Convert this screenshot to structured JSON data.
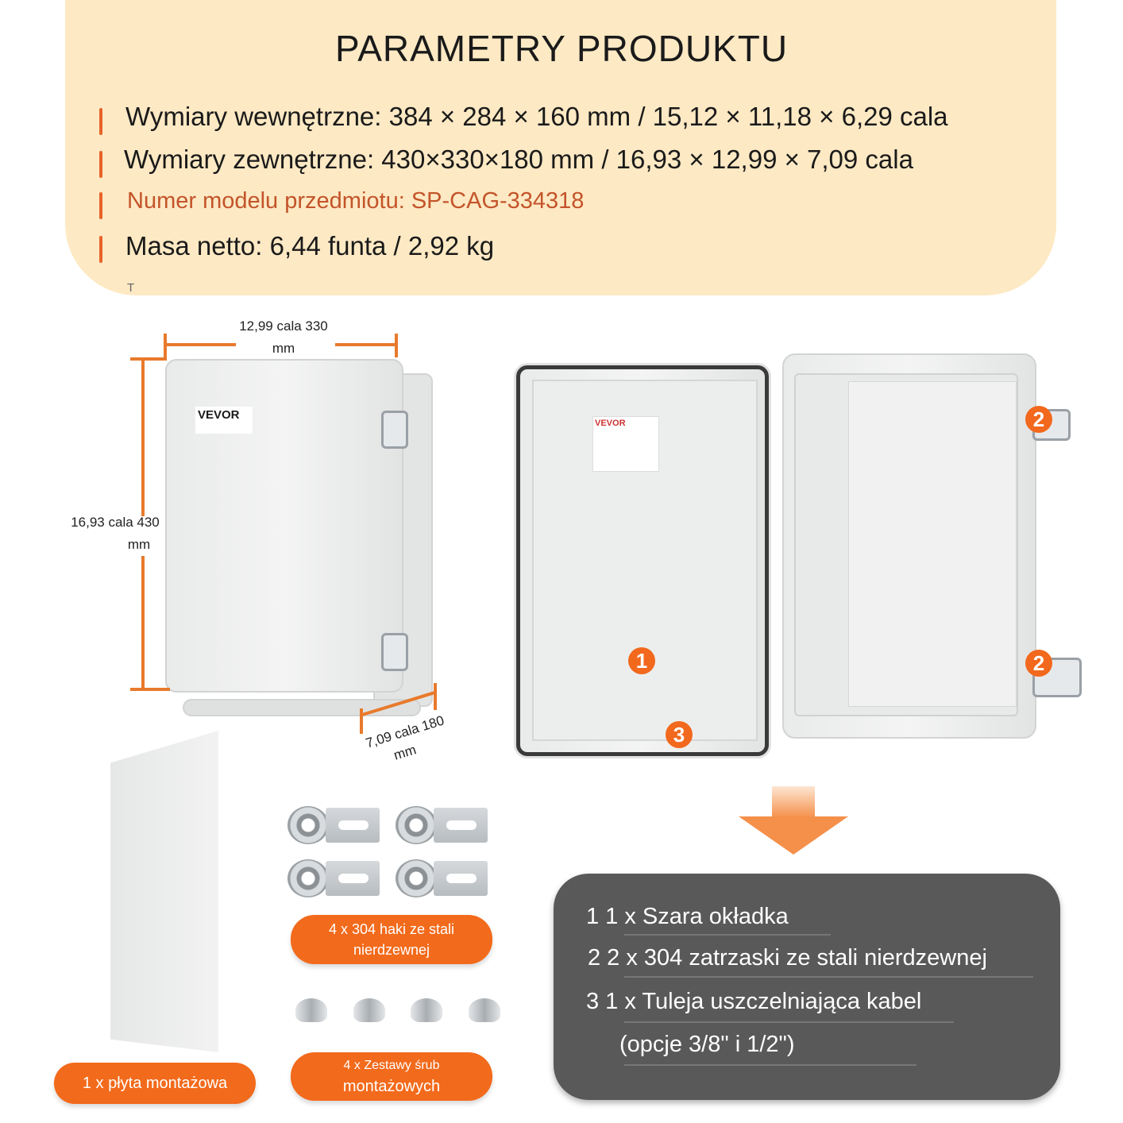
{
  "header": {
    "title": "PARAMETRY PRODUKTU",
    "specs": [
      "Wymiary wewnętrzne: 384 × 284 × 160 mm / 15,12 × 11,18 × 6,29 cala",
      "Wymiary zewnętrzne: 430×330×180 mm / 16,93 × 12,99 × 7,09 cala",
      "Numer modelu przedmiotu: SP-CAG-334318",
      "Masa netto: 6,44 funta / 2,92 kg"
    ],
    "stray_mark": "T"
  },
  "dimensions": {
    "width_line1": "12,99 cala 330",
    "width_line2": "mm",
    "height_line1": "16,93 cala 430",
    "height_line2": "mm",
    "depth_line1": "7,09 cala 180",
    "depth_line2": "mm"
  },
  "product": {
    "brand": "VEVOR"
  },
  "badges": [
    "1",
    "3",
    "2",
    "2"
  ],
  "accessories": {
    "hooks_label": "4 x 304 haki ze stali nierdzewnej",
    "screws_label_1": "4 x Zestawy śrub",
    "screws_label_2": "montażowych",
    "plate_label": "1 x płyta montażowa"
  },
  "contents": {
    "items": [
      "1 1 x Szara okładka",
      "2 2 x 304 zatrzaski ze stali nierdzewnej",
      "3 1 x Tuleja uszczelniająca kabel",
      "(opcje 3/8\" i 1/2\")"
    ]
  },
  "colors": {
    "accent": "#f26a1b",
    "panel": "#fde9c4",
    "dark": "#595959"
  }
}
